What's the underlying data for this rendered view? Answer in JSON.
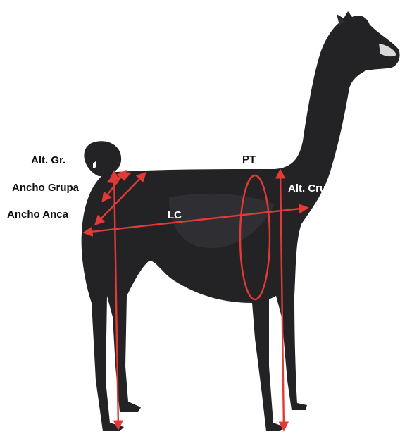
{
  "colors": {
    "background": "#ffffff",
    "animal": "#232326",
    "animal_highlight": "#3a3a3e",
    "measure_line": "#e23a36",
    "label_dark": "#111111",
    "label_light": "#ffffff"
  },
  "labels": {
    "alt_gr": "Alt. Gr.",
    "ancho_grupa": "Ancho Grupa",
    "ancho_anca": "Ancho Anca",
    "lc": "LC",
    "pt": "PT",
    "alt_cruz": "Alt. Cruz."
  }
}
